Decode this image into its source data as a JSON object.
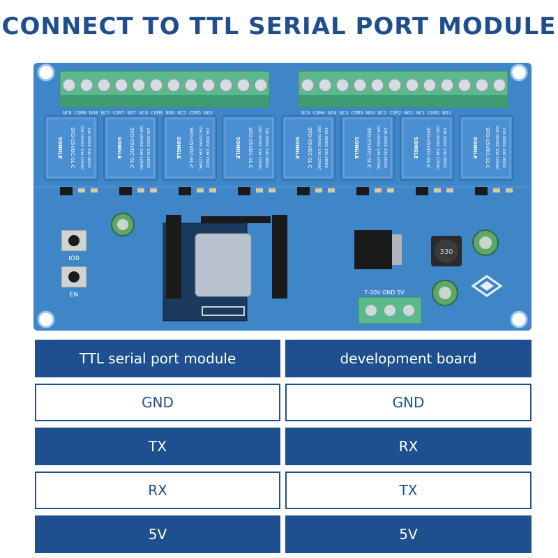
{
  "title": "CONNECT TO TTL SERIAL PORT MODULE",
  "board": {
    "relay_brand": "SONGLE",
    "relay_model": "SRD-05VDC-SL-C",
    "relay_rating_1": "10A 250VAC 10A 125VAC",
    "relay_rating_2": "10A 30VDC 10A 28VDC",
    "button_1_label": "IO0",
    "button_2_label": "EN",
    "inductor_label": "330",
    "power_label": "7-30V GND 5V",
    "terminal_labels": "NC8 COM8 NO8 NC7 COM7 NO7 NC6 COM6 NO6 NC5 COM5 NO5",
    "terminal_labels_right": "NC4 COM4 NO4 NC3 COM3 NO3 NC2 COM2 NO2 NC1 COM1 NO1"
  },
  "colors": {
    "title": "#1f4e8c",
    "table_dark": "#1e4f8e",
    "pcb": "#3f86c9",
    "relay": "#4b8fd3",
    "terminal": "#5aba8c"
  },
  "table": {
    "header": [
      "TTL serial port module",
      "development board"
    ],
    "rows": [
      [
        "GND",
        "GND"
      ],
      [
        "TX",
        "RX"
      ],
      [
        "RX",
        "TX"
      ],
      [
        "5V",
        "5V"
      ]
    ]
  }
}
